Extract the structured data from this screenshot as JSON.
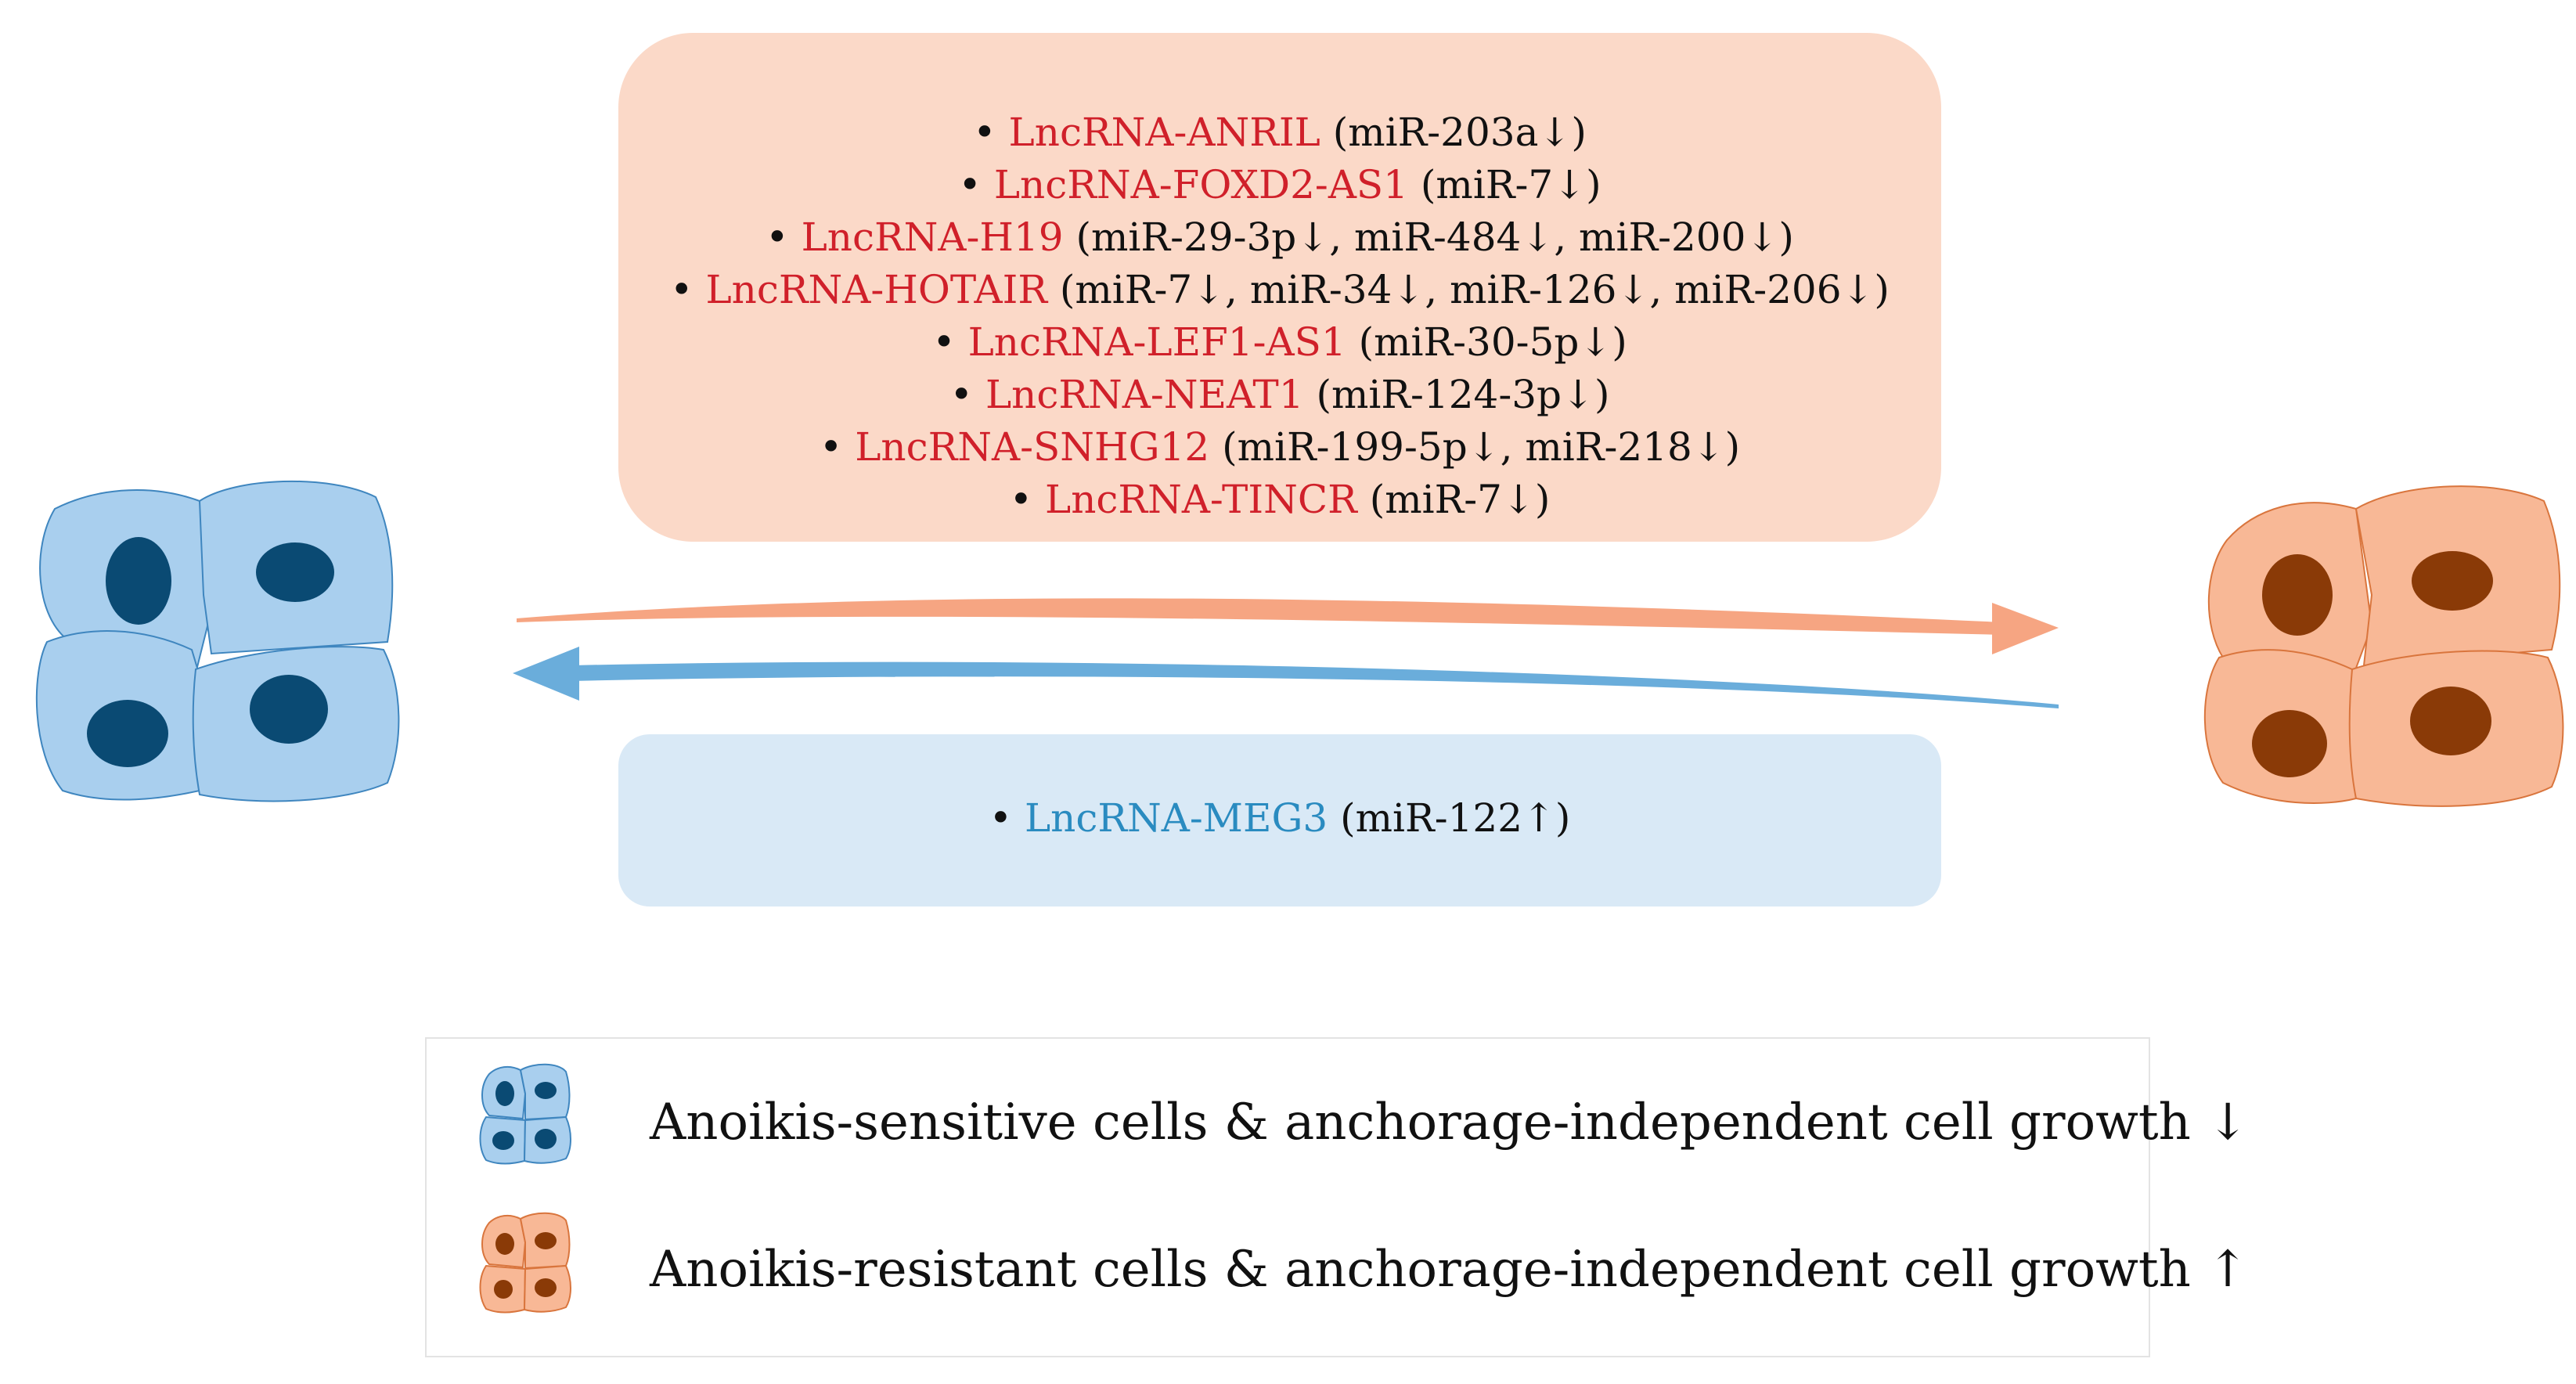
{
  "upregulated_lncrnas": [
    {
      "name": "LncRNA-ANRIL",
      "targets": "(miR-203a↓)"
    },
    {
      "name": "LncRNA-FOXD2-AS1",
      "targets": "(miR-7↓)"
    },
    {
      "name": "LncRNA-H19",
      "targets": "(miR-29-3p↓, miR-484↓, miR-200↓)"
    },
    {
      "name": "LncRNA-HOTAIR",
      "targets": "(miR-7↓, miR-34↓, miR-126↓, miR-206↓)"
    },
    {
      "name": "LncRNA-LEF1-AS1",
      "targets": "(miR-30-5p↓)"
    },
    {
      "name": "LncRNA-NEAT1",
      "targets": "(miR-124-3p↓)"
    },
    {
      "name": "LncRNA-SNHG12",
      "targets": "(miR-199-5p↓, miR-218↓)"
    },
    {
      "name": "LncRNA-TINCR",
      "targets": "(miR-7↓)"
    }
  ],
  "downregulated_lncrnas": [
    {
      "name": "LncRNA-MEG3",
      "targets": "(miR-122↑)"
    }
  ],
  "bullet": "•",
  "legend": {
    "sensitive": "Anoikis-sensitive cells & anchorage-independent cell growth ↓",
    "resistant": "Anoikis-resistant cells & anchorage-independent cell growth ↑"
  },
  "colors": {
    "upregulated_box": "#fbd9c8",
    "downregulated_box": "#d9e9f6",
    "upregulated_name": "#d0202a",
    "downregulated_name": "#2a8bc0",
    "sensitive_cell_fill": "#a9cfee",
    "sensitive_cell_nucleus": "#0a4a73",
    "resistant_cell_fill": "#f8b896",
    "resistant_cell_nucleus": "#8a3a07",
    "arrow_to_resistant": "#f6a582",
    "arrow_to_sensitive": "#6aaddb"
  }
}
